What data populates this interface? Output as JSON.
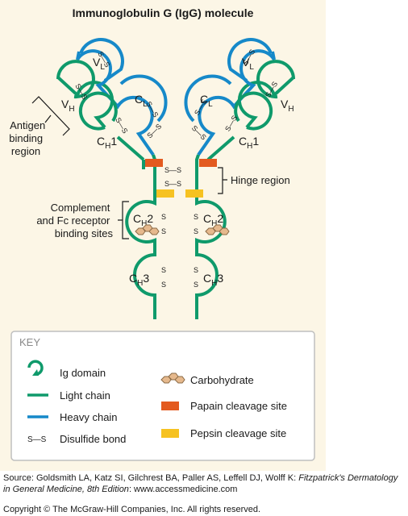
{
  "title": "Immunoglobulin G (IgG) molecule",
  "colors": {
    "background": "#fcf6e6",
    "light_chain": "#0f9a6b",
    "heavy_chain": "#1689c9",
    "papain": "#e35a1f",
    "pepsin": "#f6c221",
    "carbohydrate": "#e6b98d",
    "key_border": "#bfbfbf"
  },
  "domain_labels": {
    "vl": {
      "main": "V",
      "sub": "L"
    },
    "cl": {
      "main": "C",
      "sub": "L"
    },
    "vh": {
      "main": "V",
      "sub": "H"
    },
    "ch1": {
      "main": "C",
      "sub": "H",
      "suffix": "1"
    },
    "ch2": {
      "main": "C",
      "sub": "H",
      "suffix": "2"
    },
    "ch3": {
      "main": "C",
      "sub": "H",
      "suffix": "3"
    }
  },
  "bond_glyph": {
    "s": "S",
    "dash": "—",
    "pair": "S—S"
  },
  "annotations": {
    "antigen": [
      "Antigen",
      "binding",
      "region"
    ],
    "hinge": "Hinge region",
    "complement": [
      "Complement",
      "and Fc receptor",
      "binding sites"
    ]
  },
  "key": {
    "title": "KEY",
    "items": {
      "ig_domain": {
        "label": "Ig domain",
        "icon": "ig-domain-icon"
      },
      "light_chain": {
        "label": "Light chain",
        "icon": "light-chain-icon"
      },
      "heavy_chain": {
        "label": "Heavy chain",
        "icon": "heavy-chain-icon"
      },
      "disulfide": {
        "label": "Disulfide bond",
        "icon": "S—S"
      },
      "carbohydrate": {
        "label": "Carbohydrate",
        "icon": "carbohydrate-icon"
      },
      "papain": {
        "label": "Papain cleavage site",
        "icon": "papain-icon"
      },
      "pepsin": {
        "label": "Pepsin cleavage site",
        "icon": "pepsin-icon"
      }
    }
  },
  "source": {
    "prefix": "Source: Goldsmith LA, Katz SI, Gilchrest BA, Paller AS, Leffell DJ, Wolff K: ",
    "book": "Fitzpatrick's Dermatology in General Medicine, 8th Edition",
    "suffix": ": www.accessmedicine.com"
  },
  "copyright": "Copyright © The McGraw-Hill Companies, Inc. All rights reserved."
}
